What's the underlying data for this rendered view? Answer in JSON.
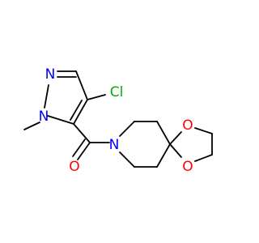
{
  "molecule": {
    "atoms": {
      "N_pyrazole_1": {
        "symbol": "N",
        "color": "#0000ff"
      },
      "N_pyrazole_2": {
        "symbol": "N",
        "color": "#0000ff"
      },
      "Cl": {
        "symbol": "Cl",
        "color": "#00b300"
      },
      "O_carbonyl": {
        "symbol": "O",
        "color": "#ff0000"
      },
      "N_amide": {
        "symbol": "N",
        "color": "#0000ff"
      },
      "O_ketal_1": {
        "symbol": "O",
        "color": "#ff0000"
      },
      "O_ketal_2": {
        "symbol": "O",
        "color": "#ff0000"
      }
    },
    "bond_color": "#000000"
  }
}
